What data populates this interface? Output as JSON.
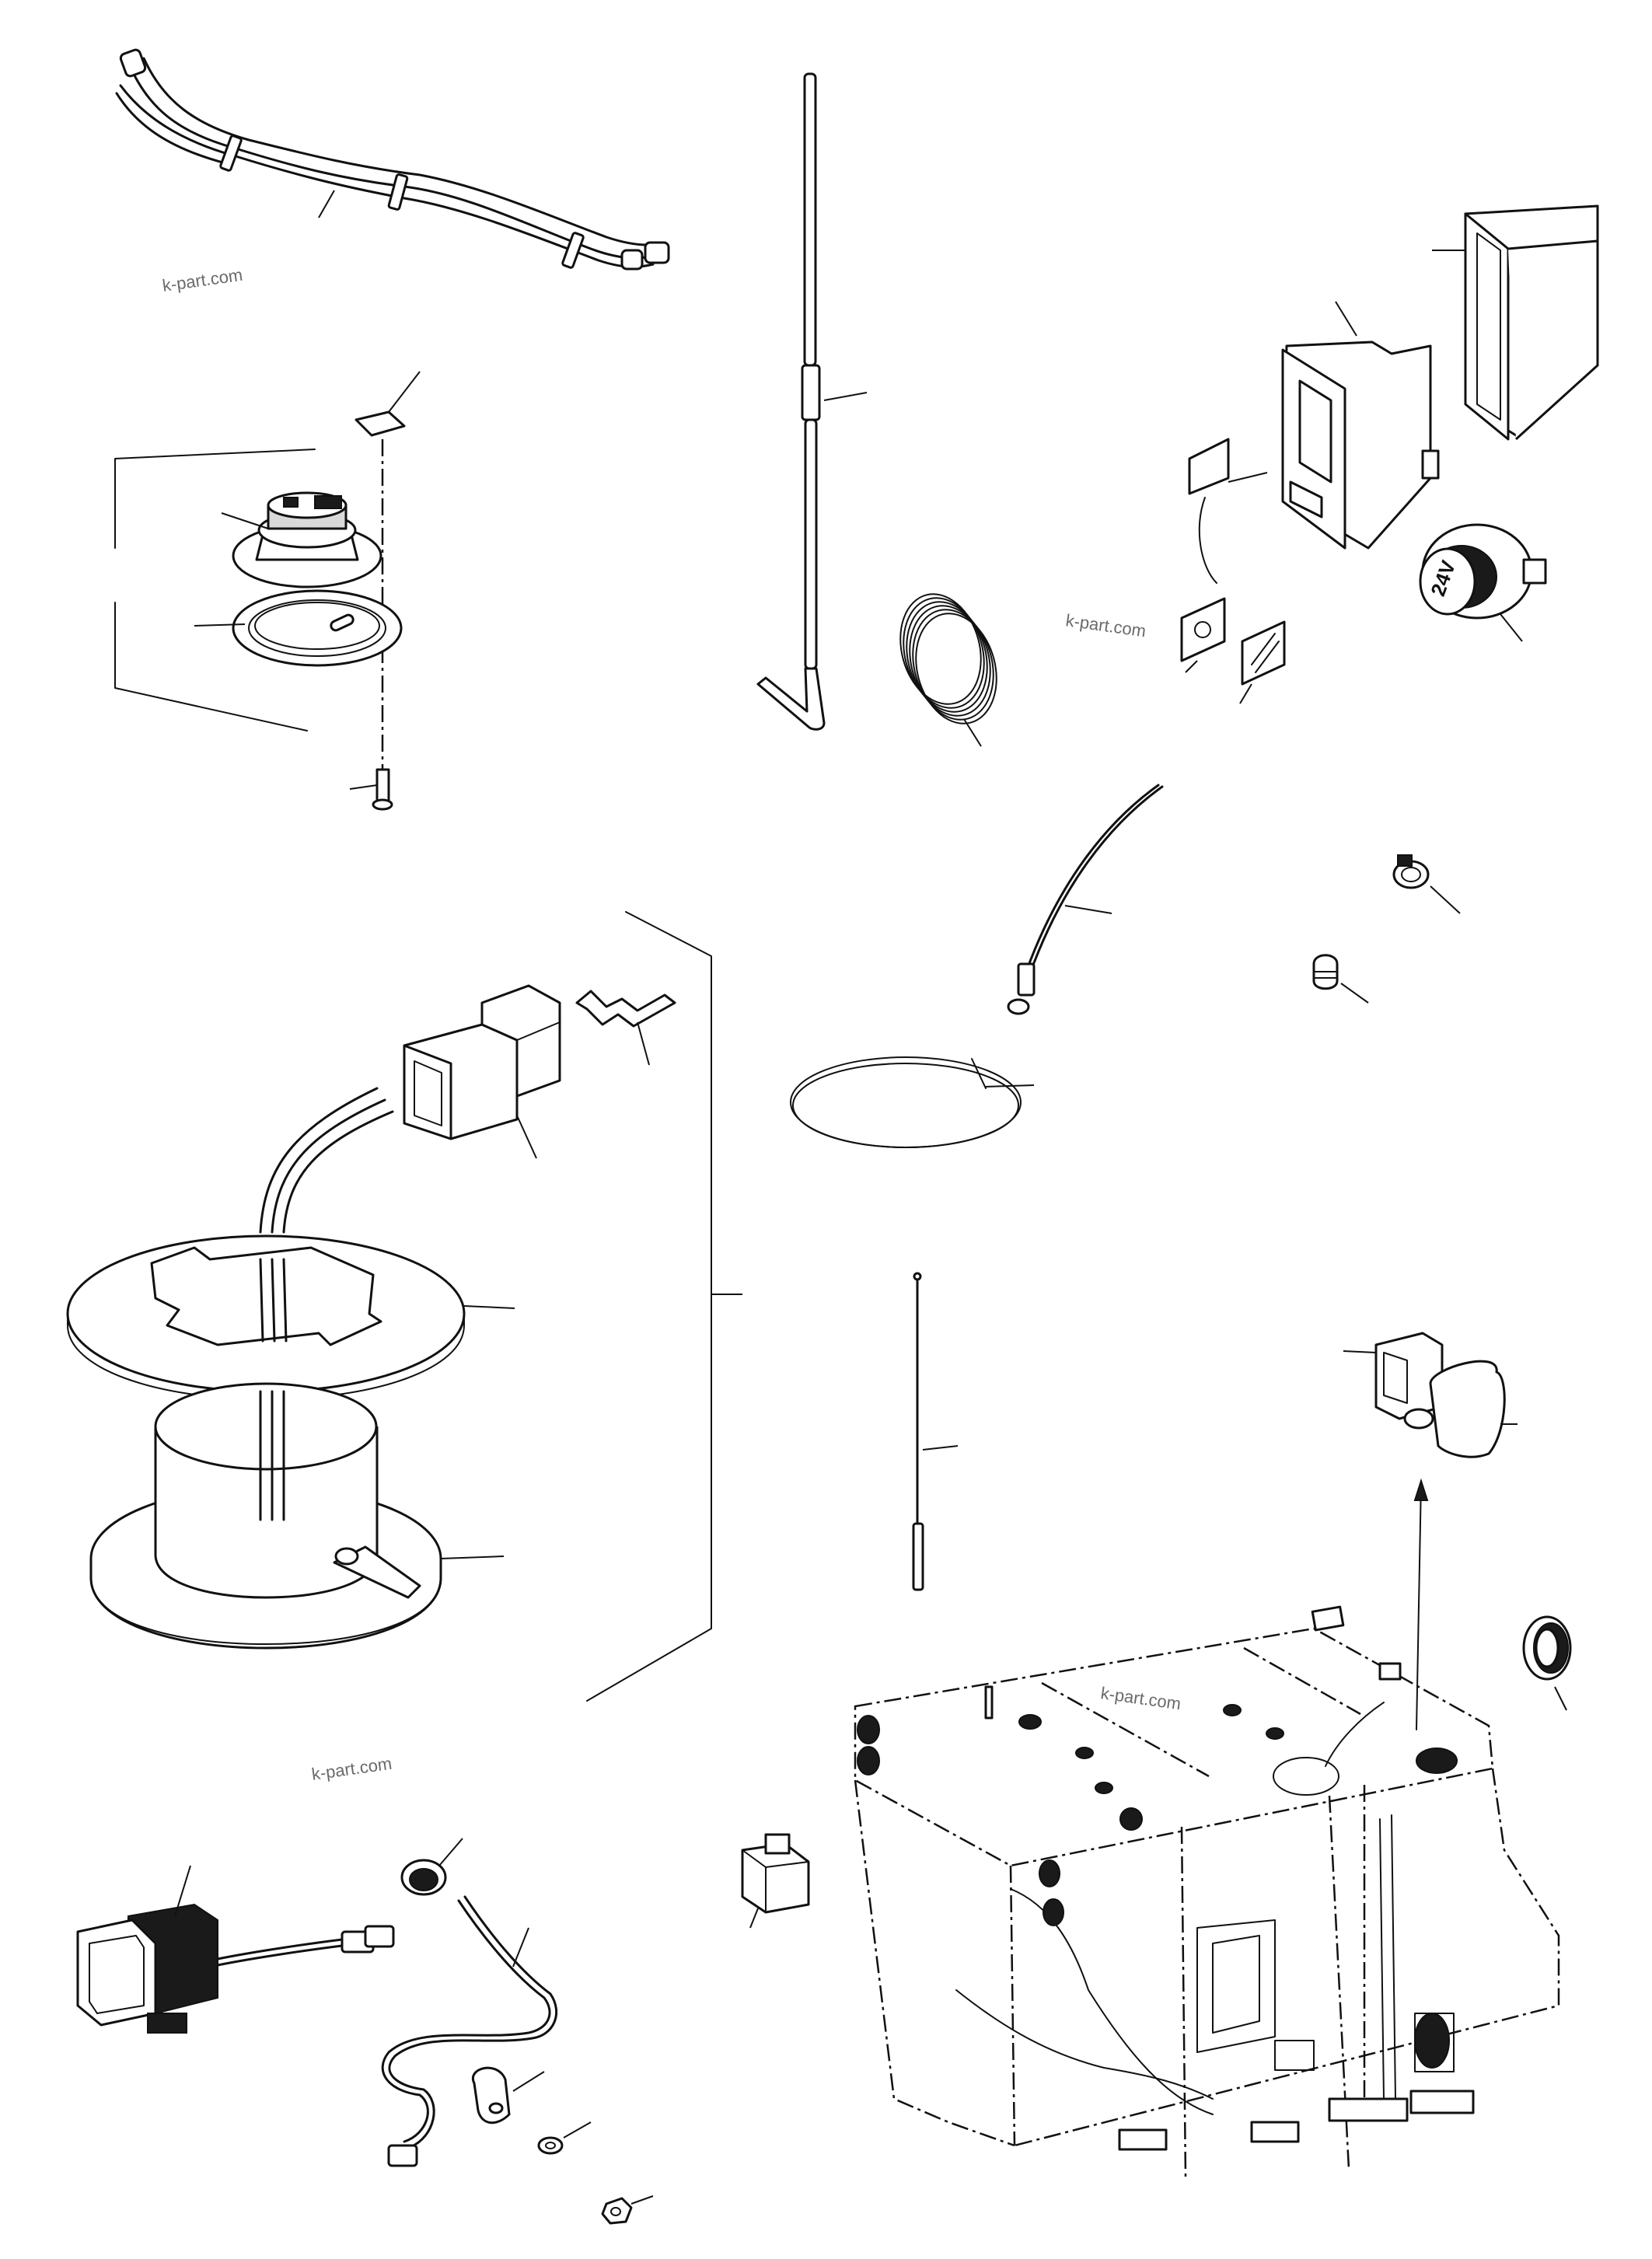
{
  "watermarks": [
    "k-part.com",
    "k-part.com",
    "k-part.com",
    "k-part.com"
  ],
  "socket_label": "24V"
}
